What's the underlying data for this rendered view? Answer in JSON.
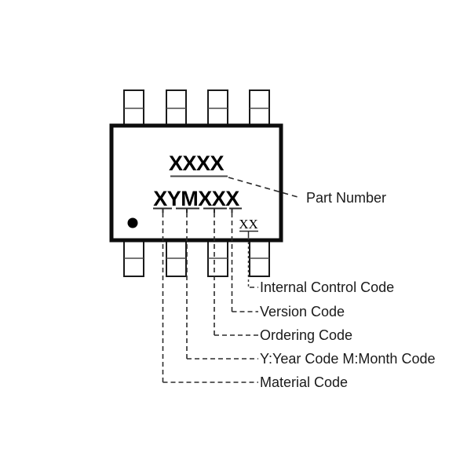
{
  "chip": {
    "marking_line1": "XXXX",
    "marking_line2": "XYMXXX",
    "marking_line3": "XX"
  },
  "callouts": {
    "part_number": "Part Number",
    "internal_control_code": "Internal Control Code",
    "version_code": "Version Code",
    "ordering_code": "Ordering Code",
    "year_month_code": "Y:Year Code M:Month Code",
    "material_code": "Material Code"
  },
  "colors": {
    "background": "#ffffff",
    "line": "#2b2b2b",
    "chip_border": "#0d0d0d",
    "pin_border": "#1a1a1a",
    "text": "#1a1a1a"
  }
}
